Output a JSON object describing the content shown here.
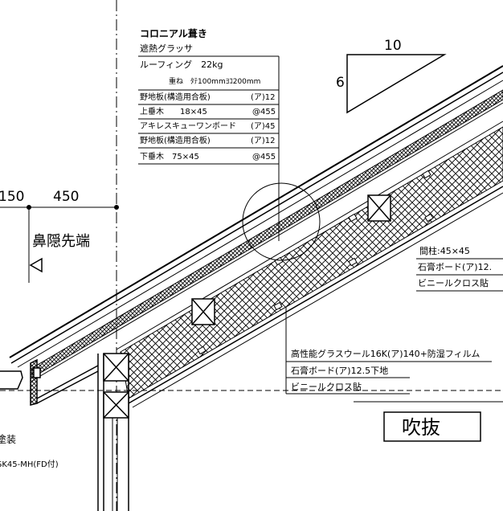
{
  "roof_spec": {
    "title": "コロニアル葺き",
    "lines": [
      {
        "left": "遮熱グラッサ",
        "right": ""
      },
      {
        "left": "ルーフィング　22kg",
        "right": ""
      },
      {
        "left": "　　　　重ね　ﾀﾃ100mmﾖｺ200mm",
        "right": ""
      },
      {
        "left": "野地板(構造用合板)",
        "right": "(ア)12"
      },
      {
        "left": "上垂木　　18×45",
        "right": "@455"
      },
      {
        "left": "アキレスキューワンボード",
        "right": "(ア)45"
      },
      {
        "left": "野地板(構造用合板)",
        "right": "(ア)12"
      },
      {
        "left": "下垂木　75×45",
        "right": "@455"
      }
    ]
  },
  "pitch": {
    "run": "10",
    "rise": "6"
  },
  "dims": {
    "d1": "150",
    "d2": "450"
  },
  "eave_label": "鼻隠先端",
  "wall_spec": [
    "間柱:45×45",
    "石膏ボード(ア)12.",
    "ビニールクロス貼"
  ],
  "ceiling_spec": [
    "高性能グラスウール16K(ア)140+防湿フィルム",
    "石膏ボード(ア)12.5下地",
    "ビニールクロス貼"
  ],
  "void_label": "吹抜",
  "left_notes": [
    "塗装",
    "SK45-MH(FD付)"
  ]
}
